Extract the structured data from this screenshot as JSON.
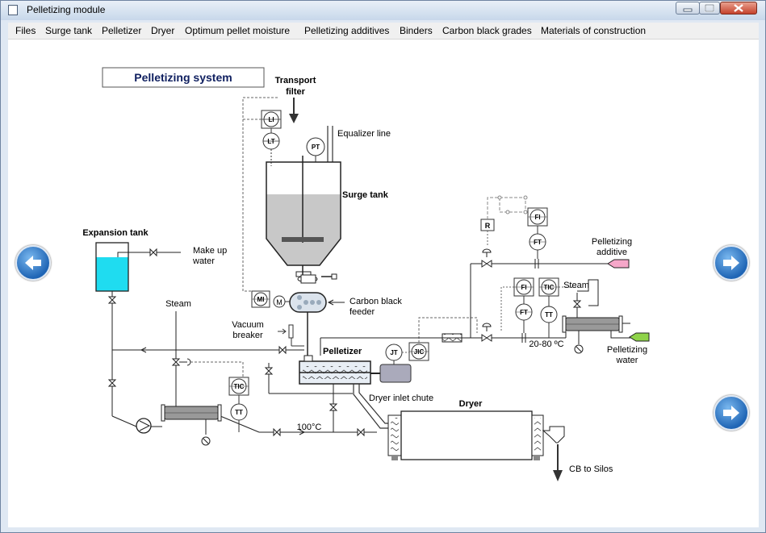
{
  "window": {
    "title": "Pelletizing module"
  },
  "menu": [
    {
      "label": "Files"
    },
    {
      "label": "Surge tank"
    },
    {
      "label": "Pelletizer"
    },
    {
      "label": "Dryer"
    },
    {
      "label": "Optimum pellet moisture"
    },
    {
      "label": "Pelletizing additives"
    },
    {
      "label": "Binders"
    },
    {
      "label": "Carbon black grades"
    },
    {
      "label": "Materials of construction"
    }
  ],
  "diagram": {
    "title": "Pelletizing system",
    "labels": {
      "transport_filter_1": "Transport",
      "transport_filter_2": "filter",
      "equalizer_line": "Equalizer line",
      "surge_tank": "Surge tank",
      "expansion_tank": "Expansion tank",
      "make_up_water_1": "Make up",
      "make_up_water_2": "water",
      "steam_left": "Steam",
      "steam_right": "Steam",
      "carbon_black_feeder_1": "Carbon black",
      "carbon_black_feeder_2": "feeder",
      "vacuum_breaker_1": "Vacuum",
      "vacuum_breaker_2": "breaker",
      "pelletizer": "Pelletizer",
      "temp_100": "100°C",
      "dryer_inlet_chute": "Dryer inlet chute",
      "dryer": "Dryer",
      "cb_to_silos": "CB to Silos",
      "pelletizing_additive_1": "Pelletizing",
      "pelletizing_additive_2": "additive",
      "pelletizing_water_1": "Pelletizing",
      "pelletizing_water_2": "water",
      "temp_range": "20-80 ºC"
    },
    "instruments": {
      "li": "LI",
      "lt": "LT",
      "pt": "PT",
      "mi": "MI",
      "motor": "M",
      "jt": "JT",
      "jic": "JIC",
      "tic_left": "TIC",
      "tt_left": "TT",
      "r": "R",
      "fi_top": "FI",
      "ft_top": "FT",
      "fi_mid": "FI",
      "tic_right": "TIC",
      "ft_mid": "FT",
      "tt_right": "TT"
    }
  },
  "colors": {
    "tank_fill": "#c8c8c8",
    "expansion_water": "#1fdcf0",
    "additive_arrow": "#f6a7c9",
    "water_arrow": "#8fd34a"
  }
}
